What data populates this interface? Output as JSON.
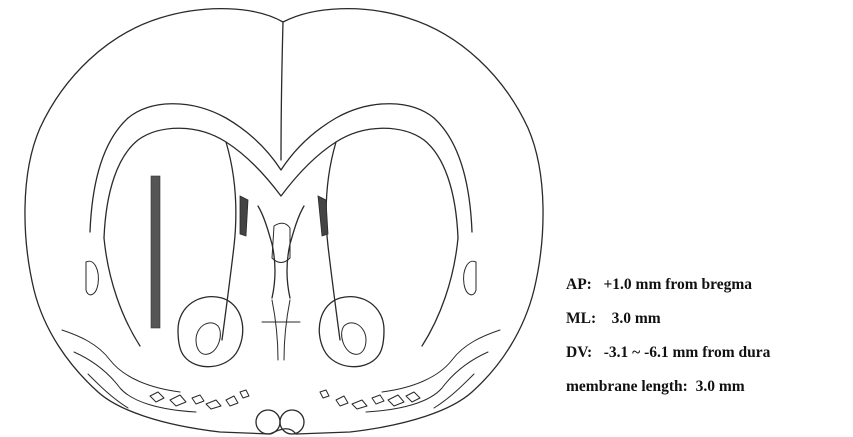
{
  "diagram": {
    "probe_color": "#555555",
    "line_color": "#2a2a2a"
  },
  "coordinates": [
    {
      "label": "AP:",
      "value": "+1.0 mm from bregma"
    },
    {
      "label": "ML:",
      "value": "3.0 mm"
    },
    {
      "label": "DV:",
      "value": "-3.1 ~ -6.1 mm from dura"
    },
    {
      "label": "membrane length:",
      "value": "3.0 mm"
    }
  ]
}
